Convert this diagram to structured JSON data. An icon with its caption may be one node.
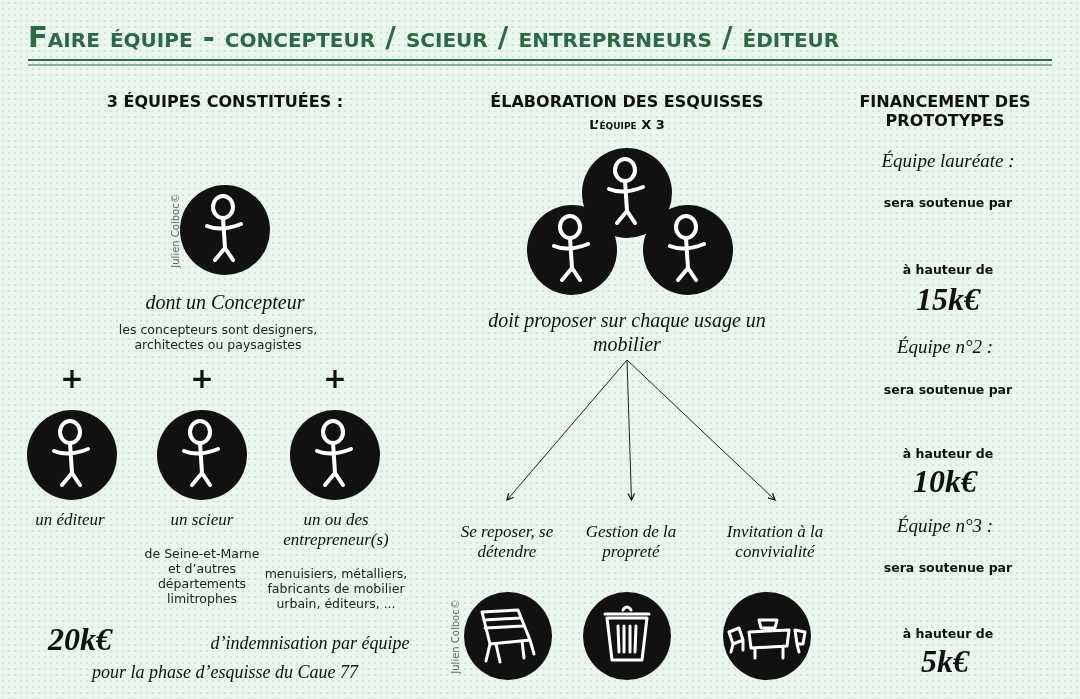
{
  "diagram": {
    "title": "Faire équipe - concepteur / scieur / entrepreneurs / éditeur",
    "nodes": [
      {
        "text": [
          "doit proposer sur chaque usage un mobilier"
        ]
      },
      {
        "text": [
          "Se reposer, se détendre"
        ]
      },
      {
        "text": [
          "Gestion de la propreté"
        ]
      },
      {
        "text": [
          "Invitation à la convivialité"
        ]
      }
    ],
    "edges": [
      {
        "from": 0,
        "to": 1,
        "arrow": "to"
      },
      {
        "from": 0,
        "to": 2,
        "arrow": "to"
      },
      {
        "from": 0,
        "to": 3,
        "arrow": "to"
      }
    ],
    "labels": [
      "3 ÉQUIPES CONSTITUÉES :",
      "Julien Colboc©",
      "dont un Concepteur",
      "les concepteurs sont designers, architectes ou paysagistes",
      "+",
      "+",
      "+",
      "un éditeur",
      "un scieur",
      "un ou des entrepreneur(s)",
      "de Seine-et-Marne et d’autres départements limitrophes",
      "menuisiers, métalliers, fabricants de mobilier urbain, éditeurs, ...",
      "20k€",
      "d’indemnisation par équipe",
      "pour la phase d’esquisse du Caue 77",
      "ÉLABORATION DES ESQUISSES",
      "L’équipe X 3",
      "Julien Colboc©",
      "FINANCEMENT DES PROTOTYPES",
      "Équipe lauréate :",
      "sera soutenue par",
      "à hauteur de",
      "15k€",
      "Équipe n°2 :",
      "sera soutenue par",
      "à hauteur de",
      "10k€",
      "Équipe n°3 :",
      "sera soutenue par",
      "à hauteur de",
      "5k€"
    ]
  }
}
